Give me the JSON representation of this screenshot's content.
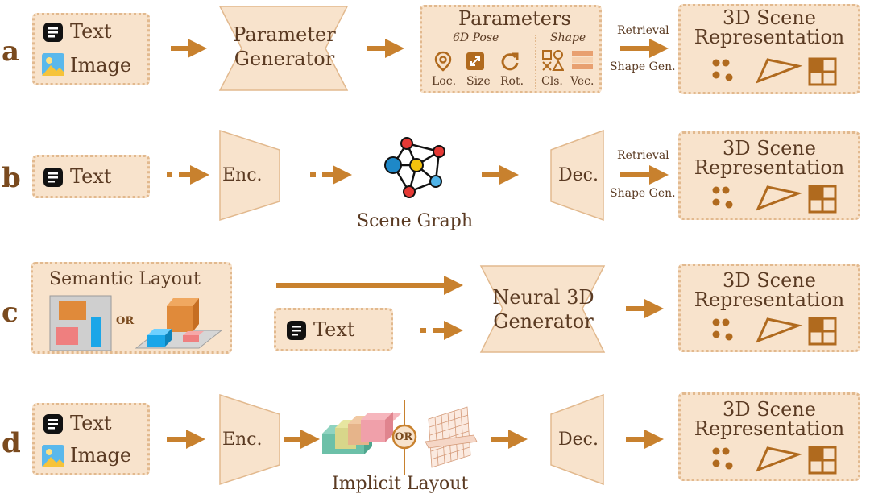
{
  "colors": {
    "box_fill": "#f8e3cc",
    "box_border": "#e2b98e",
    "arrow": "#c8812e",
    "text": "#5a3a22",
    "icon_dark": "#b06a1e"
  },
  "rows": {
    "a": {
      "letter": "a",
      "input_text": "Text",
      "input_image": "Image",
      "module": "Parameter Generator",
      "params_title": "Parameters",
      "pose_label": "6D Pose",
      "shape_label": "Shape",
      "loc": "Loc.",
      "size": "Size",
      "rot": "Rot.",
      "cls": "Cls.",
      "vec": "Vec.",
      "retrieval": "Retrieval",
      "shape_gen": "Shape Gen.",
      "output": "3D Scene Representation"
    },
    "b": {
      "letter": "b",
      "input_text": "Text",
      "enc": "Enc.",
      "scene_graph": "Scene Graph",
      "dec": "Dec.",
      "retrieval": "Retrieval",
      "shape_gen": "Shape Gen.",
      "output": "3D Scene Representation"
    },
    "c": {
      "letter": "c",
      "semantic_layout": "Semantic Layout",
      "or": "OR",
      "input_text": "Text",
      "module": "Neural 3D Generator",
      "output": "3D Scene Representation"
    },
    "d": {
      "letter": "d",
      "input_text": "Text",
      "input_image": "Image",
      "enc": "Enc.",
      "or": "OR",
      "implicit_layout": "Implicit Layout",
      "dec": "Dec.",
      "output": "3D Scene Representation"
    }
  }
}
